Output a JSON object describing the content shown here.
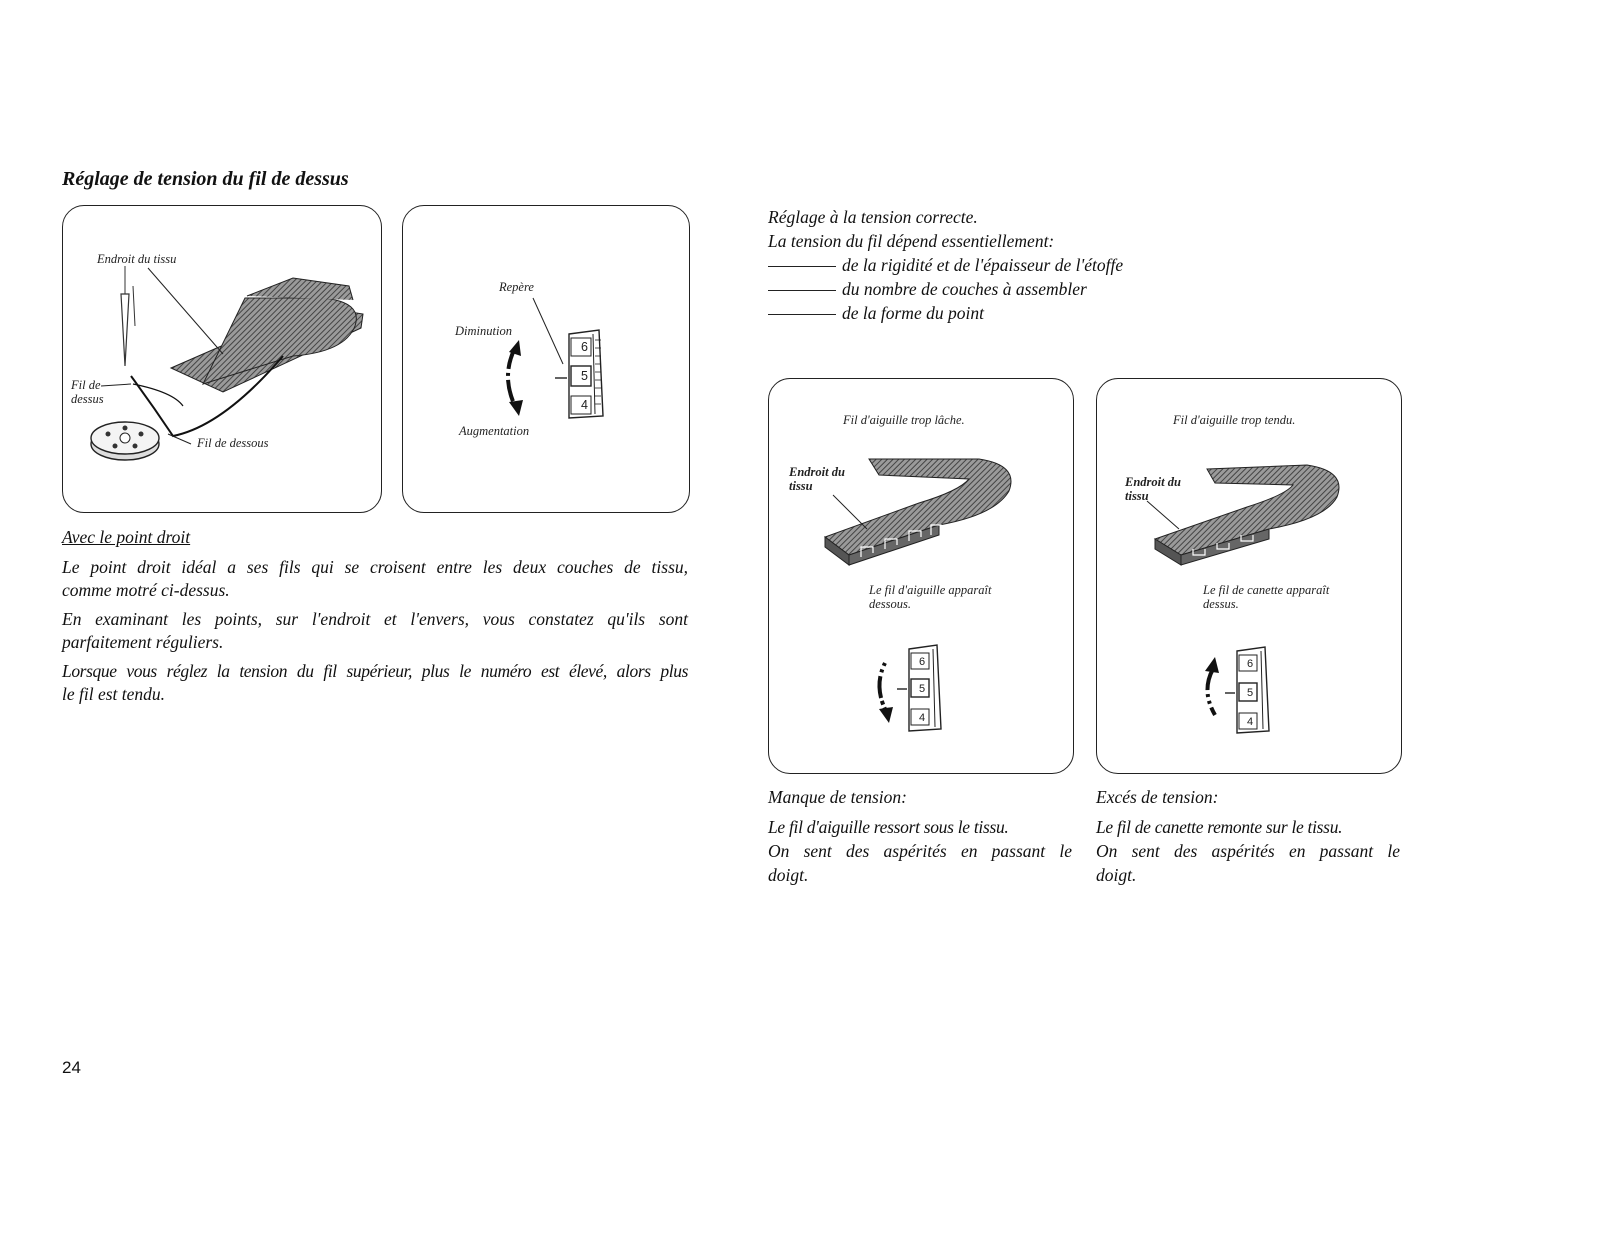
{
  "section_title": "Réglage de tension du fil de dessus",
  "fig1": {
    "label_endroit": "Endroit du tissu",
    "label_fil_dessus_1": "Fil de",
    "label_fil_dessus_2": "dessus",
    "label_fil_dessous": "Fil de dessous"
  },
  "fig2": {
    "label_repere": "Repère",
    "label_diminution": "Diminution",
    "label_augmentation": "Augmentation",
    "dial": [
      "6",
      "5",
      "4"
    ]
  },
  "left_text": {
    "subheading": "Avec le point droit",
    "p1_l1": "Le point droit idéal a ses fils qui se croisent entre les deux couches de tissu,",
    "p1_l2": "comme motré ci-dessus.",
    "p2_l1": "En examinant les points, sur l'endroit et l'envers, vous constatez qu'ils sont",
    "p2_l2": "parfaitement réguliers.",
    "p3_l1": "Lorsque vous réglez la tension du fil supérieur, plus le numéro est élevé, alors plus",
    "p3_l2": "le fil est tendu."
  },
  "right_text": {
    "line1": "Réglage à la tension correcte.",
    "line2": "La tension du fil dépend essentiellement:",
    "bullets": [
      "de la rigidité et de l'épaisseur de l'étoffe",
      "du nombre de couches à assembler",
      "de la forme du point"
    ]
  },
  "fig3": {
    "caption": "Fil d'aiguille trop lâche.",
    "label_endroit_1": "Endroit du",
    "label_endroit_2": "tissu",
    "note_1": "Le fil d'aiguille apparaît",
    "note_2": "dessous.",
    "dial": [
      "6",
      "5",
      "4"
    ]
  },
  "fig4": {
    "caption": "Fil d'aiguille trop tendu.",
    "label_endroit_1": "Endroit du",
    "label_endroit_2": "tissu",
    "note_1": "Le fil de canette apparaît",
    "note_2": "dessus.",
    "dial": [
      "6",
      "5",
      "4"
    ]
  },
  "col_left": {
    "heading": "Manque de tension:",
    "l1": "Le fil d'aiguille ressort sous le tissu.",
    "l2": "On sent des aspérités en passant le",
    "l3": "doigt."
  },
  "col_right": {
    "heading": "Excés de tension:",
    "l1": "Le fil de canette remonte sur le tissu.",
    "l2": "On sent des aspérités en passant le",
    "l3": "doigt."
  },
  "page_number": "24"
}
